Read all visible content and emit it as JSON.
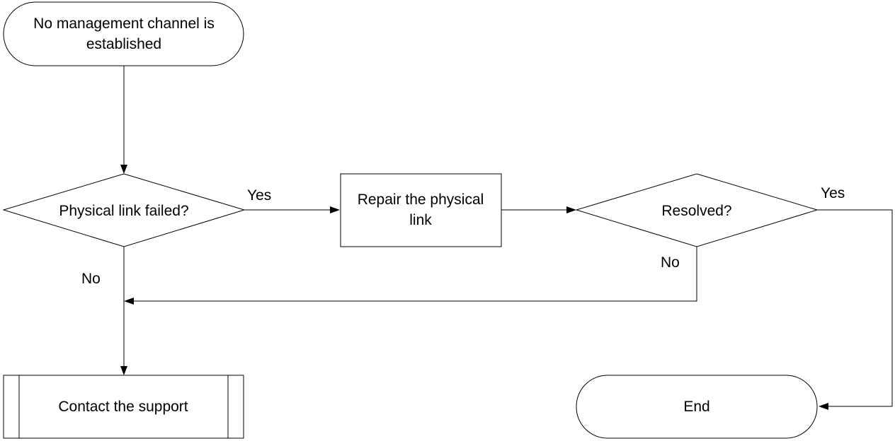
{
  "nodes": {
    "start": {
      "line1": "No management channel is",
      "line2": "established"
    },
    "decision_physical_link": {
      "label": "Physical link failed?"
    },
    "process_repair": {
      "line1": "Repair the physical",
      "line2": "link"
    },
    "decision_resolved": {
      "label": "Resolved?"
    },
    "predefined_contact_support": {
      "label": "Contact the support"
    },
    "terminal_end": {
      "label": "End"
    }
  },
  "edge_labels": {
    "physical_link_yes": "Yes",
    "physical_link_no": "No",
    "resolved_yes": "Yes",
    "resolved_no": "No"
  }
}
